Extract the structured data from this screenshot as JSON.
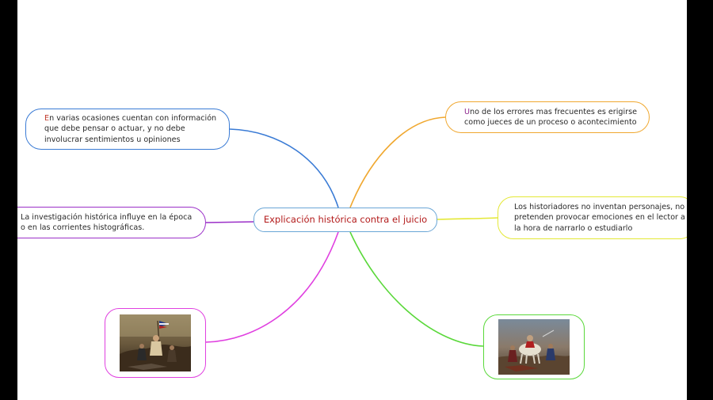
{
  "center": {
    "label": "Explicación histórica contra el juicio"
  },
  "nodes": {
    "top_left": {
      "first": "E",
      "rest": "n varias ocasiones cuentan con información que debe pensar o actuar, y no debe involucrar sentimientos u opiniones",
      "first_color": "#c0392b"
    },
    "top_right": {
      "first": "U",
      "rest": "no de los errores mas frecuentes es erigirse como jueces de un proceso o acontecimiento",
      "first_color": "#8e2a8e"
    },
    "mid_left": {
      "text": "La investigación histórica influye en la época o en las corrientes histográficas."
    },
    "mid_right": {
      "text": "Los historiadores no inventan personajes, no pretenden provocar emociones en el lector a la hora de narrarlo o estudiarlo"
    }
  },
  "colors": {
    "blue": "#3a7bd5",
    "orange": "#f0a830",
    "purple": "#9b30c8",
    "yellow": "#e4e836",
    "magenta": "#e040e0",
    "green": "#5ad83a",
    "center_border": "#6aa6d6",
    "center_text": "#b31b1b"
  },
  "icons": {
    "bottom_left_image": "painting-liberty-icon",
    "bottom_right_image": "painting-battle-icon"
  }
}
